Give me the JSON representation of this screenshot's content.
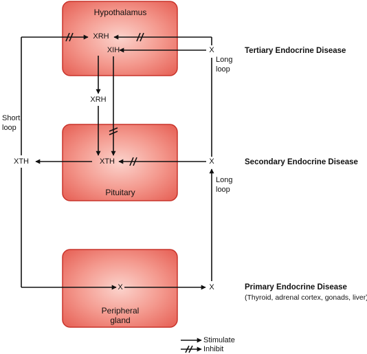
{
  "boxes": {
    "hypothalamus": "Hypothalamus",
    "pituitary": "Pituitary",
    "peripheral": "Peripheral gland"
  },
  "hormones": {
    "xrh_top": "XRH",
    "xih": "XIH",
    "xrh_mid": "XRH",
    "xth_center": "XTH",
    "xth_left": "XTH",
    "x_peripheral": "X",
    "x_tertiary": "X",
    "x_secondary": "X",
    "x_primary": "X"
  },
  "loops": {
    "short_loop": "Short loop",
    "long_loop_upper": "Long loop",
    "long_loop_lower": "Long loop"
  },
  "diseases": {
    "tertiary": "Tertiary Endocrine Disease",
    "secondary": "Secondary Endocrine Disease",
    "primary": "Primary Endocrine Disease",
    "primary_note": "(Thyroid, adrenal cortex, gonads, liver)"
  },
  "legend": {
    "stimulate": "Stimulate",
    "inhibit": "Inhibit"
  },
  "colors": {
    "box_fill": "#f08a80",
    "box_stroke": "#c8332a",
    "line": "#111111"
  }
}
